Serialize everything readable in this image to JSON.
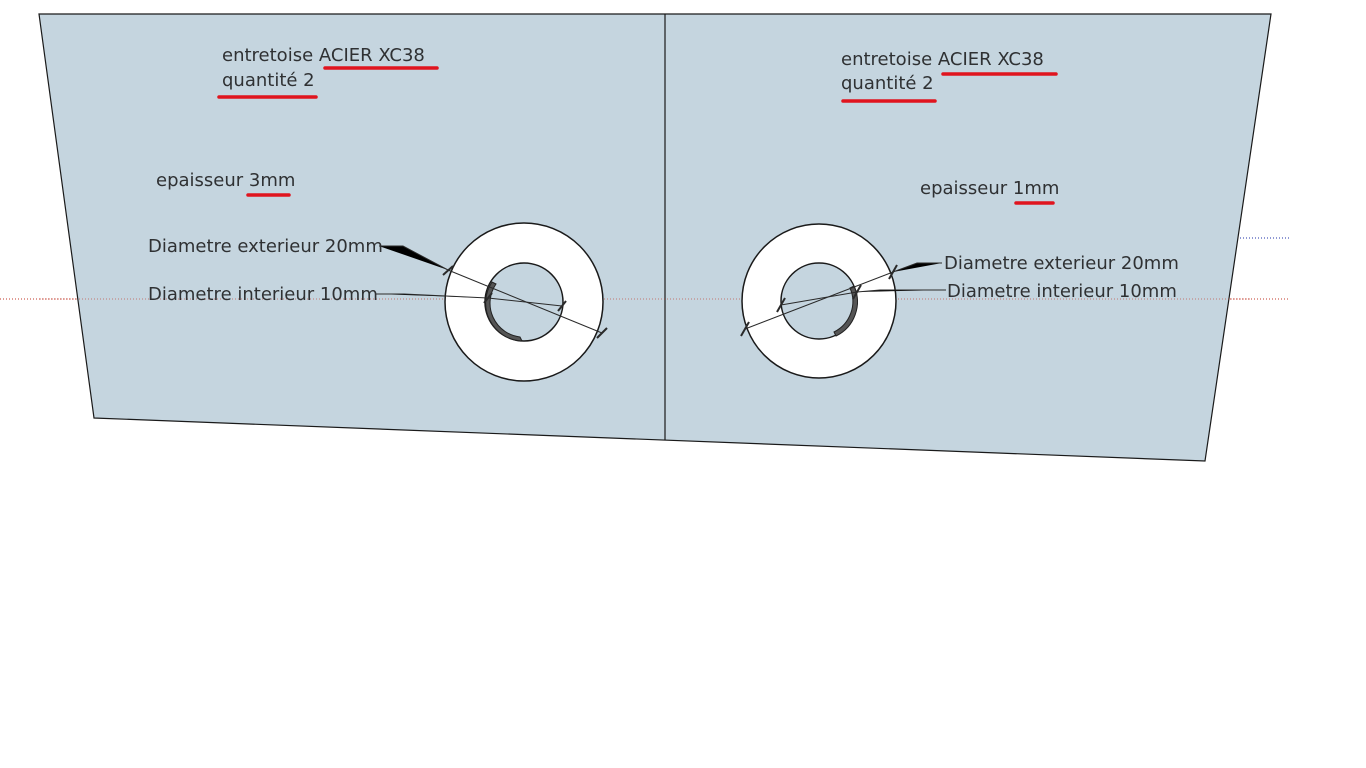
{
  "colors": {
    "plate": "#c5d5df",
    "edge": "#1a1a1a",
    "washer": "#ffffff",
    "underline": "#e0141e",
    "text": "#2f3133",
    "guide_red": "#c0392b",
    "guide_blue": "#2233aa"
  },
  "left": {
    "title_prefix": "entretoise ",
    "material": "ACIER XC38",
    "quantity": "quantité 2",
    "thickness_prefix": "epaisseur ",
    "thickness_value": "3mm",
    "outer_diameter": "Diametre exterieur 20mm",
    "inner_diameter": "Diametre interieur 10mm"
  },
  "right": {
    "title_prefix": "entretoise ",
    "material": "ACIER XC38",
    "quantity": "quantité 2",
    "thickness_prefix": "epaisseur ",
    "thickness_value": "1mm",
    "outer_diameter": "Diametre exterieur 20mm",
    "inner_diameter": "Diametre interieur 10mm"
  }
}
